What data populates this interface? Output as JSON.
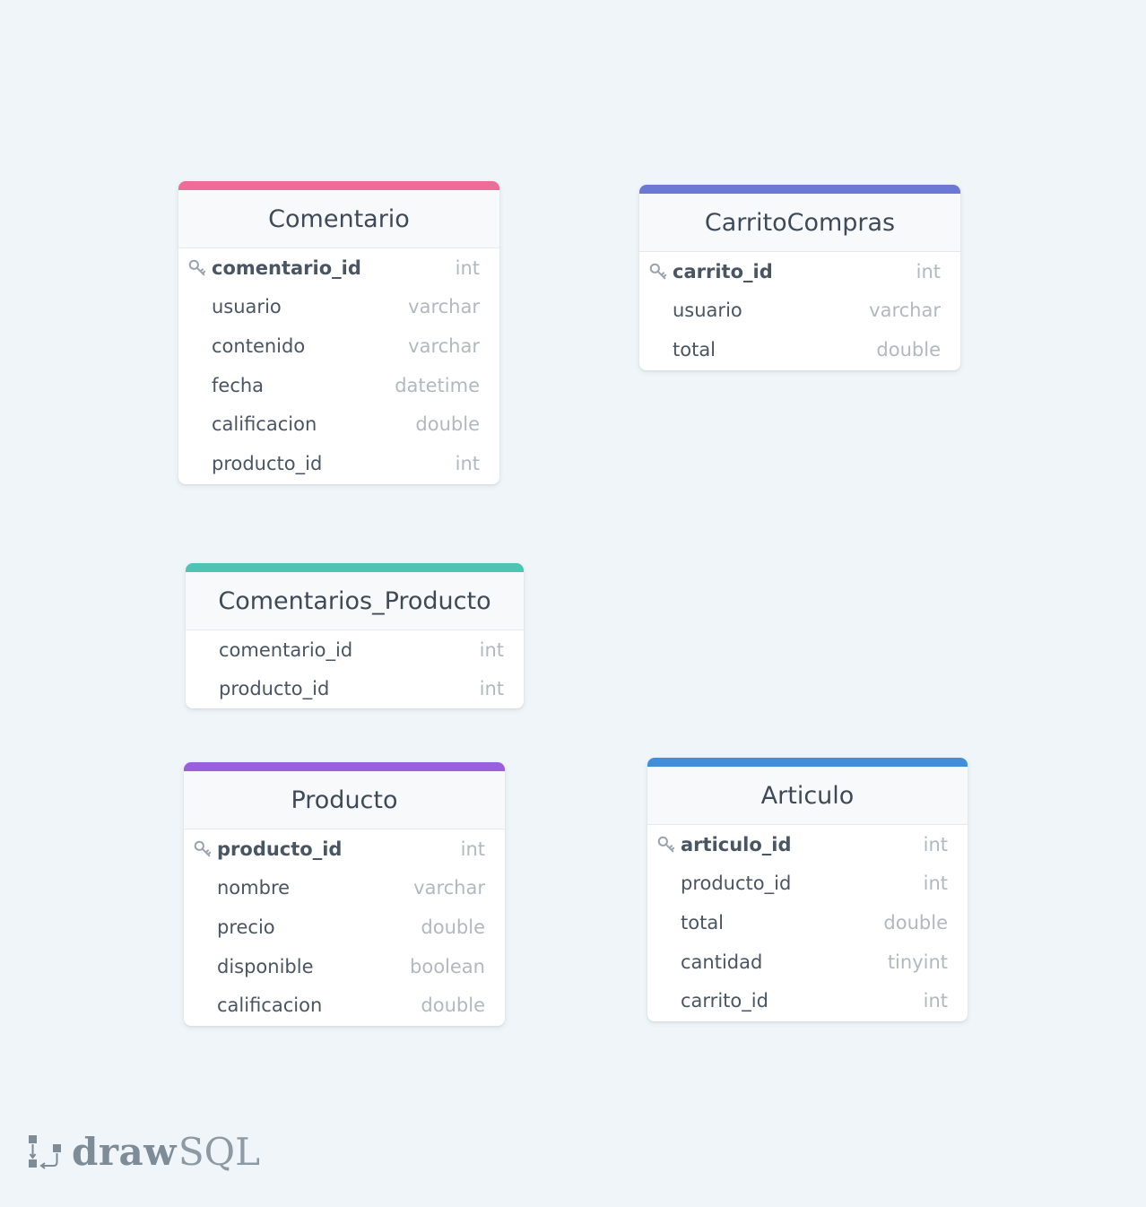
{
  "tables": [
    {
      "name": "Comentario",
      "color": "#ef6b98",
      "columns": [
        {
          "name": "comentario_id",
          "type": "int",
          "pk": true
        },
        {
          "name": "usuario",
          "type": "varchar",
          "pk": false
        },
        {
          "name": "contenido",
          "type": "varchar",
          "pk": false
        },
        {
          "name": "fecha",
          "type": "datetime",
          "pk": false
        },
        {
          "name": "calificacion",
          "type": "double",
          "pk": false
        },
        {
          "name": "producto_id",
          "type": "int",
          "pk": false
        }
      ]
    },
    {
      "name": "CarritoCompras",
      "color": "#6b79d4",
      "columns": [
        {
          "name": "carrito_id",
          "type": "int",
          "pk": true
        },
        {
          "name": "usuario",
          "type": "varchar",
          "pk": false
        },
        {
          "name": "total",
          "type": "double",
          "pk": false
        }
      ]
    },
    {
      "name": "Comentarios_Producto",
      "color": "#4fc3b4",
      "columns": [
        {
          "name": "comentario_id",
          "type": "int",
          "pk": false
        },
        {
          "name": "producto_id",
          "type": "int",
          "pk": false
        }
      ]
    },
    {
      "name": "Producto",
      "color": "#9a5fdc",
      "columns": [
        {
          "name": "producto_id",
          "type": "int",
          "pk": true
        },
        {
          "name": "nombre",
          "type": "varchar",
          "pk": false
        },
        {
          "name": "precio",
          "type": "double",
          "pk": false
        },
        {
          "name": "disponible",
          "type": "boolean",
          "pk": false
        },
        {
          "name": "calificacion",
          "type": "double",
          "pk": false
        }
      ]
    },
    {
      "name": "Articulo",
      "color": "#3f8fdc",
      "columns": [
        {
          "name": "articulo_id",
          "type": "int",
          "pk": true
        },
        {
          "name": "producto_id",
          "type": "int",
          "pk": false
        },
        {
          "name": "total",
          "type": "double",
          "pk": false
        },
        {
          "name": "cantidad",
          "type": "tinyint",
          "pk": false
        },
        {
          "name": "carrito_id",
          "type": "int",
          "pk": false
        }
      ]
    }
  ],
  "branding": {
    "draw": "draw",
    "sql": "SQL"
  },
  "icons": {
    "primary_key": "key-icon",
    "logo": "drawsql-logo-icon"
  }
}
